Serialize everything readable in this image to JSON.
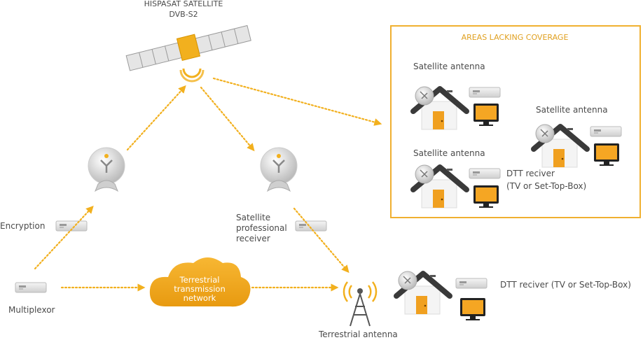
{
  "satellite": {
    "title": "HISPASAT SATELLITE",
    "subtitle": "DVB-S2"
  },
  "coverage": {
    "title": "AREAS LACKING COVERAGE"
  },
  "labels": {
    "sat_antenna_1": "Satellite antenna",
    "sat_antenna_2": "Satellite antenna",
    "sat_antenna_3": "Satellite antenna",
    "dtt_box_line1": "DTT reciver",
    "dtt_box_line2": "(TV or Set-Top-Box)",
    "encryption": "Encryption",
    "multiplexor": "Multiplexor",
    "sat_receiver_line1": "Satellite",
    "sat_receiver_line2": "professional",
    "sat_receiver_line3": "receiver",
    "cloud_line1": "Terrestrial",
    "cloud_line2": "transmission",
    "cloud_line3": "network",
    "terrestrial_antenna": "Terrestrial antenna",
    "dtt_bottom": "DTT reciver (TV or Set-Top-Box)"
  },
  "colors": {
    "accent": "#f2b01e",
    "frame": "#f0b030",
    "house_roof": "#3a3a3a",
    "door": "#f0a020",
    "text": "#4a4a4a"
  }
}
